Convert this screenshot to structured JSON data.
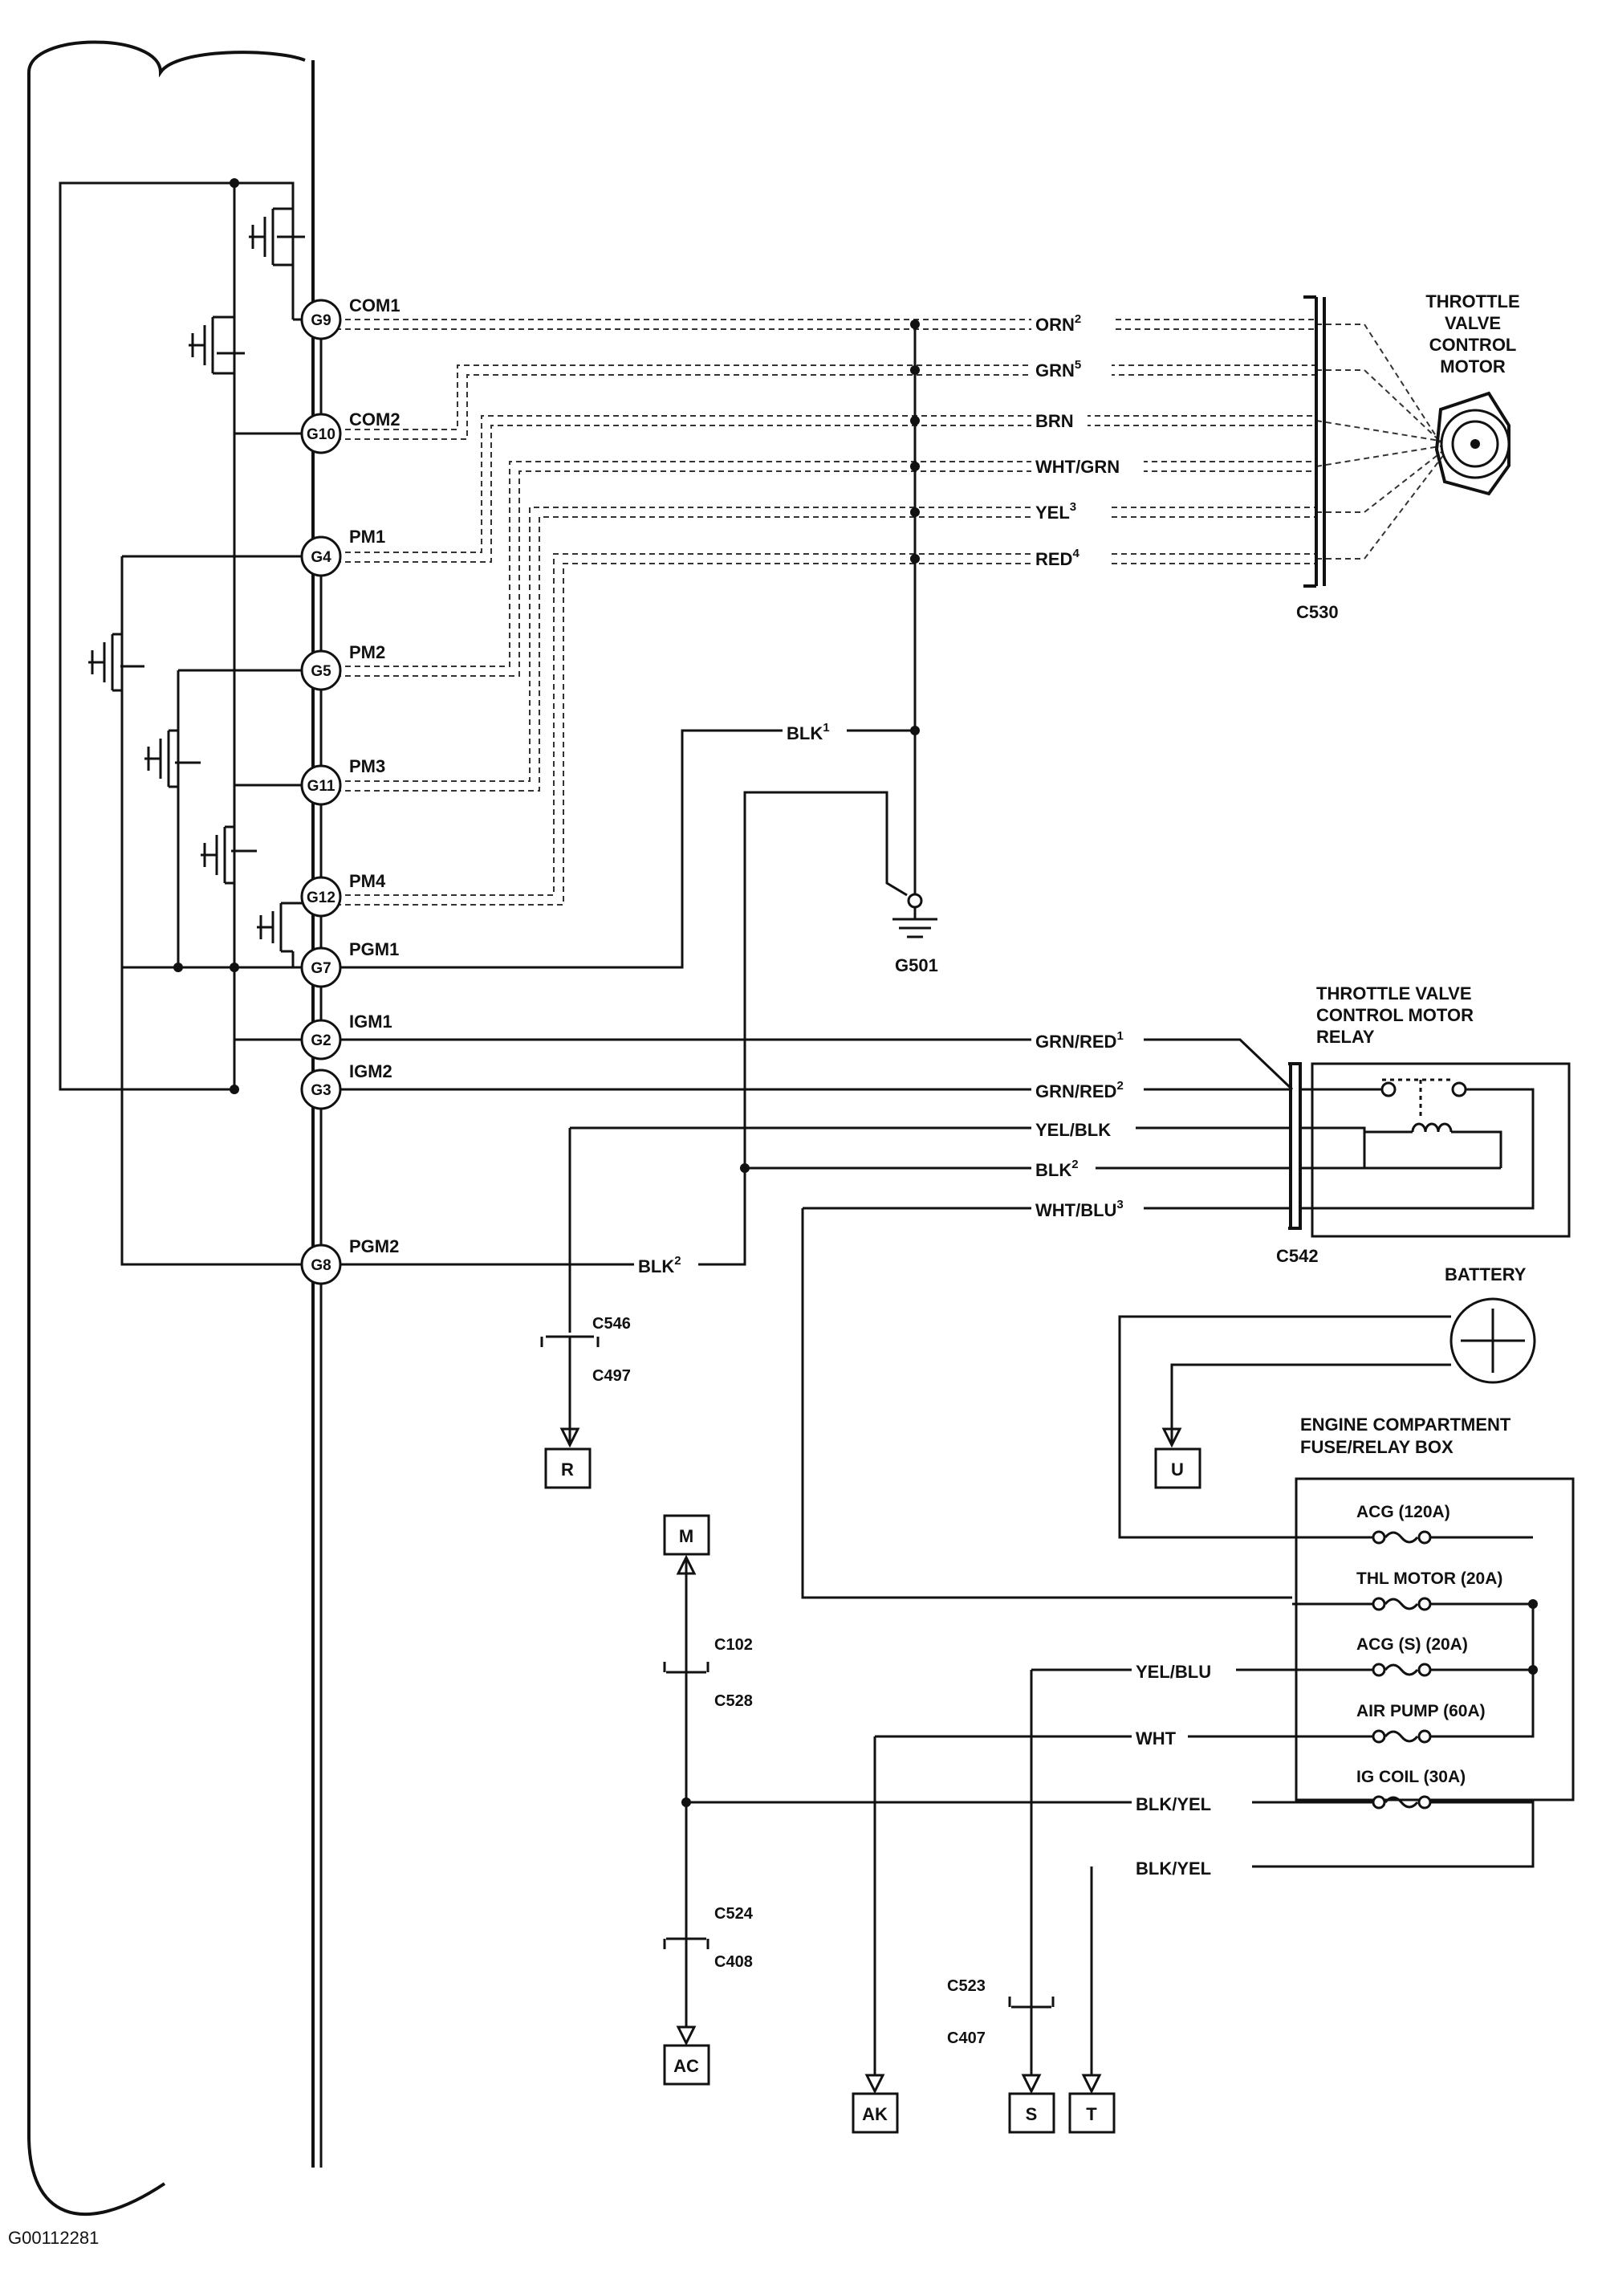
{
  "ecm_pins": [
    {
      "pin": "G9",
      "name": "COM1"
    },
    {
      "pin": "G10",
      "name": "COM2"
    },
    {
      "pin": "G4",
      "name": "PM1"
    },
    {
      "pin": "G5",
      "name": "PM2"
    },
    {
      "pin": "G11",
      "name": "PM3"
    },
    {
      "pin": "G12",
      "name": "PM4"
    },
    {
      "pin": "G7",
      "name": "PGM1"
    },
    {
      "pin": "G2",
      "name": "IGM1"
    },
    {
      "pin": "G3",
      "name": "IGM2"
    },
    {
      "pin": "G8",
      "name": "PGM2"
    }
  ],
  "motor_wires": {
    "orn": "ORN",
    "orn_sup": "2",
    "grn": "GRN",
    "grn_sup": "5",
    "brn": "BRN",
    "wht_grn": "WHT/GRN",
    "yel": "YEL",
    "yel_sup": "3",
    "red": "RED",
    "red_sup": "4"
  },
  "motor": {
    "title_1": "THROTTLE",
    "title_2": "VALVE",
    "title_3": "CONTROL",
    "title_4": "MOTOR",
    "connector": "C530"
  },
  "ground": {
    "wire": "BLK",
    "wire_sup": "1",
    "label": "G501"
  },
  "relay": {
    "title_1": "THROTTLE VALVE",
    "title_2": "CONTROL MOTOR",
    "title_3": "RELAY",
    "connector": "C542"
  },
  "relay_wires": {
    "w1": "GRN/RED",
    "w1_sup": "1",
    "w2": "GRN/RED",
    "w2_sup": "2",
    "w3": "YEL/BLK",
    "w4": "BLK",
    "w4_sup": "2",
    "w5": "WHT/BLU",
    "w5_sup": "3",
    "pgm2": "BLK",
    "pgm2_sup": "2"
  },
  "connectors": {
    "c546": "C546",
    "c497": "C497",
    "c102": "C102",
    "c528": "C528",
    "c524": "C524",
    "c408": "C408",
    "c523": "C523",
    "c407": "C407"
  },
  "terminals": {
    "r": "R",
    "m": "M",
    "ac": "AC",
    "ak": "AK",
    "s": "S",
    "t": "T",
    "u": "U"
  },
  "battery": {
    "label": "BATTERY"
  },
  "fuse_box": {
    "title_1": "ENGINE COMPARTMENT",
    "title_2": "FUSE/RELAY BOX",
    "fuses": [
      "ACG (120A)",
      "THL MOTOR (20A)",
      "ACG (S) (20A)",
      "AIR PUMP (60A)",
      "IG COIL (30A)"
    ]
  },
  "fuse_wires": {
    "yel_blu": "YEL/BLU",
    "wht": "WHT",
    "blk_yel_1": "BLK/YEL",
    "blk_yel_2": "BLK/YEL"
  },
  "figure_id": "G00112281"
}
